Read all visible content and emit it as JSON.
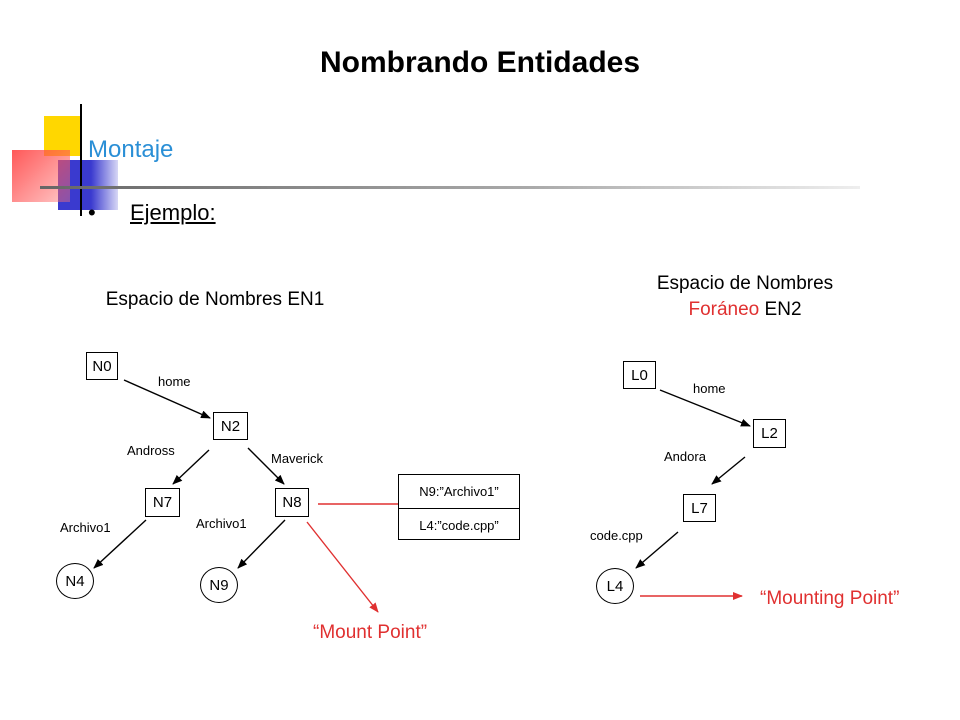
{
  "slide": {
    "title": "Nombrando Entidades",
    "section": "Montaje",
    "bullet_glyph": "•",
    "subheading": "Ejemplo:"
  },
  "colors": {
    "section": "#2a8fd6",
    "accent_red": "#e03030",
    "deco_yellow": "#ffd700",
    "deco_blue": "#3a3acf",
    "deco_red": "#ff2020"
  },
  "en1": {
    "label": "Espacio de Nombres EN1",
    "nodes": {
      "n0": "N0",
      "n2": "N2",
      "n7": "N7",
      "n8": "N8",
      "n4": "N4",
      "n9": "N9"
    },
    "edges": {
      "home": "home",
      "andross": "Andross",
      "maverick": "Maverick",
      "archivo1_left": "Archivo1",
      "archivo1_right": "Archivo1"
    },
    "mount_table": {
      "row1": "N9:”Archivo1”",
      "row2": "L4:”code.cpp”"
    },
    "mount_label": "“Mount Point”"
  },
  "en2": {
    "label_line1": "Espacio de Nombres",
    "label_foreign": "Foráneo",
    "label_id": "EN2",
    "nodes": {
      "l0": "L0",
      "l2": "L2",
      "l7": "L7",
      "l4": "L4"
    },
    "edges": {
      "home": "home",
      "andora": "Andora",
      "codecpp": "code.cpp"
    },
    "mount_label": "“Mounting Point”"
  }
}
